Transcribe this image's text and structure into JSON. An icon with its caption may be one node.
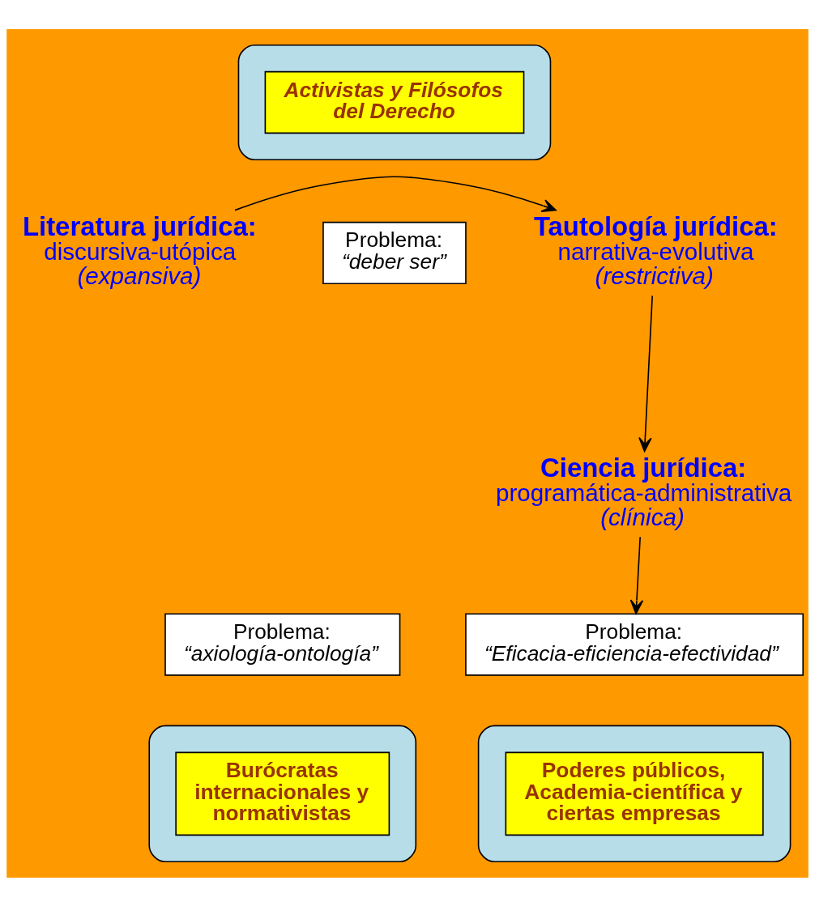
{
  "diagram": {
    "nodes": [
      {
        "text": [],
        "shape": "band"
      },
      {
        "text": [
          "Activistas y Filósofos del Derecho"
        ],
        "in": 0
      },
      {
        "text": [
          "Literatura jurídica:",
          "discursiva-utópica",
          "(expansiva)"
        ]
      },
      {
        "text": [
          "Tautología jurídica:",
          "narrativa-evolutiva",
          "(restrictiva)"
        ]
      },
      {
        "text": [
          "Problema:",
          "“deber ser”"
        ]
      },
      {
        "text": [],
        "shape": "band"
      },
      {
        "text": [],
        "shape": "band"
      },
      {
        "text": [
          "Problema:",
          "“Eficacia-eficiencia-efectividad”"
        ]
      },
      {
        "text": [
          "Problema:",
          "“axiología-ontología”"
        ]
      },
      {
        "text": [
          "Poderes públicos, Academia-científica y ciertas empresas"
        ],
        "in": 5
      },
      {
        "text": [
          "Ciencia jurídica:",
          "programática-administrativa",
          "(clínica)"
        ]
      },
      {
        "text": [
          "Burócratas internacionales y normativistas"
        ],
        "in": 6
      }
    ],
    "edges": [
      {
        "from": 2,
        "to": 3,
        "arrow": "to"
      },
      {
        "from": 3,
        "to": 10,
        "arrow": "to"
      },
      {
        "from": 10,
        "to": 7,
        "arrow": "to"
      }
    ]
  }
}
